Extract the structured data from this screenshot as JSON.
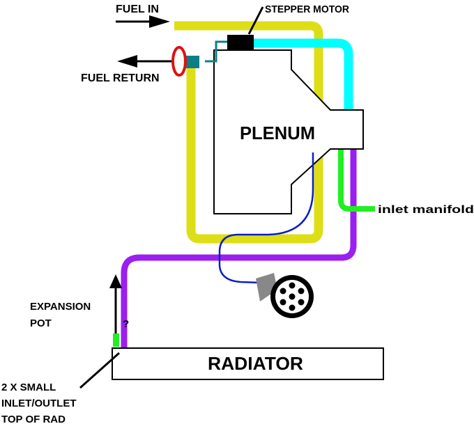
{
  "labels": {
    "fuel_in": "FUEL IN",
    "stepper_motor": "STEPPER MOTOR",
    "fuel_return": "FUEL RETURN",
    "plenum": "PLENUM",
    "inlet_manifold": "inlet manifold",
    "expansion_line1": "EXPANSION",
    "expansion_line2": "POT",
    "question_mark": "?",
    "radiator": "RADIATOR",
    "note_line1": "2 X SMALL",
    "note_line2": "INLET/OUTLET",
    "note_line3": "TOP OF RAD"
  },
  "colors": {
    "fuel_line": "#dede17",
    "coolant_cyan": "#00ffff",
    "coolant_purple": "#9b1ff0",
    "inlet_green": "#22ee22",
    "blue_wire": "#0b1fc4",
    "connector_teal": "#0c7f86",
    "return_ring": "#e01010",
    "sensor_grey": "#888888",
    "outline": "#000000"
  },
  "icons": {
    "fuel_in_arrow": "arrow-right",
    "fuel_return_arrow": "arrow-left",
    "expansion_arrow": "arrow-up",
    "sensor": "round-connector-icon"
  }
}
